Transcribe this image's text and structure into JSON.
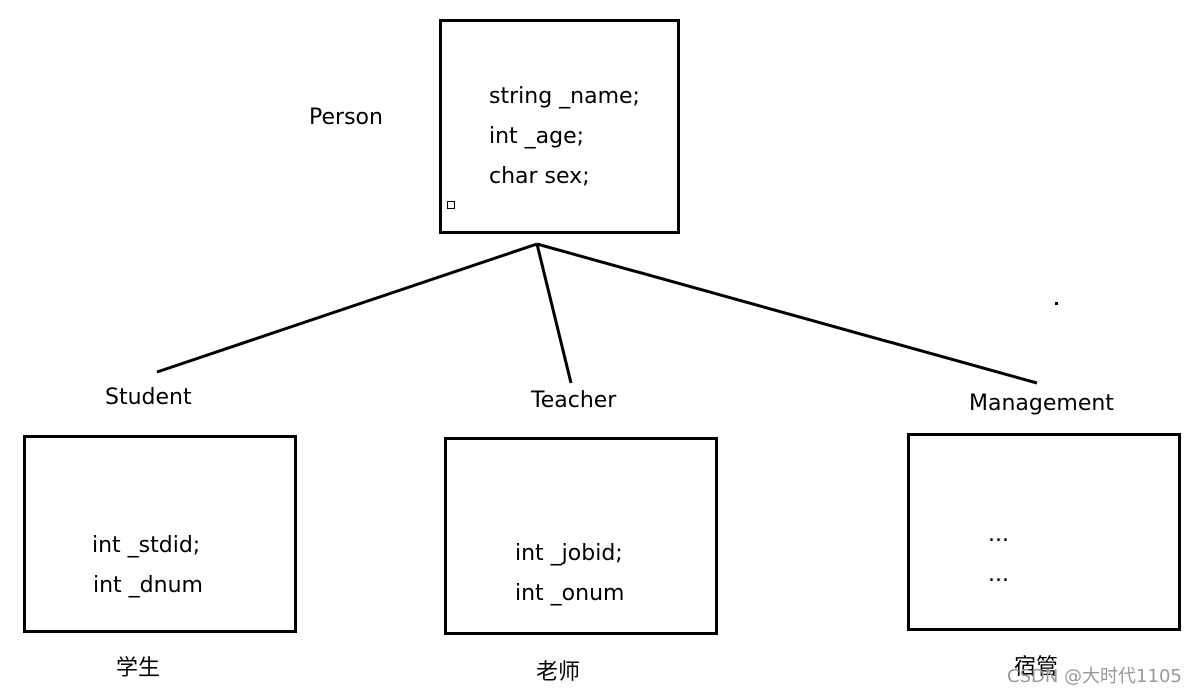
{
  "diagram": {
    "parent": {
      "label": "Person",
      "fields": [
        "string _name;",
        "int _age;",
        "char sex;"
      ]
    },
    "children": [
      {
        "id": "student",
        "label": "Student",
        "fields": [
          "int _stdid;",
          "int _dnum"
        ],
        "caption": "学生"
      },
      {
        "id": "teacher",
        "label": "Teacher",
        "fields": [
          "int _jobid;",
          "int _onum"
        ],
        "caption": "老师"
      },
      {
        "id": "management",
        "label": "Management",
        "fields": [
          "...",
          "..."
        ],
        "caption": "宿管"
      }
    ]
  },
  "watermark": "CSDN @大时代1105"
}
